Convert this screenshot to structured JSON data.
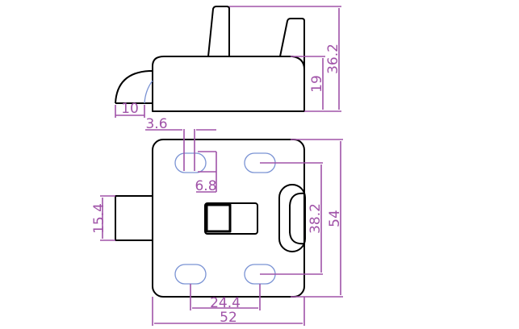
{
  "dimensions": {
    "overall_height": "36.2",
    "body_height": "19",
    "knob_width": "10",
    "offset": "3.6",
    "slot_width": "6.8",
    "tongue_height": "15.4",
    "hole_spacing_vertical": "38.2",
    "plate_height": "54",
    "hole_spacing_horizontal": "24.4",
    "plate_width": "52"
  },
  "colors": {
    "outline": "#000000",
    "dimension": "#a053a8",
    "hidden": "#7a93d4"
  }
}
